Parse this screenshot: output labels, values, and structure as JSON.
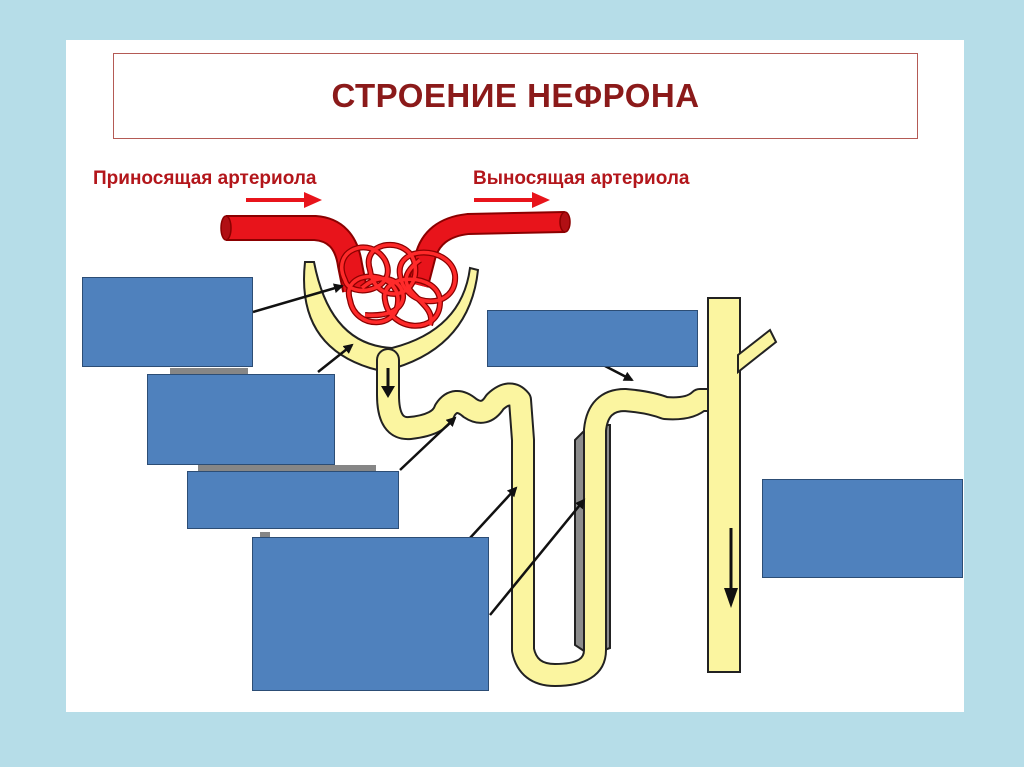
{
  "title": "СТРОЕНИЕ НЕФРОНА",
  "labels": {
    "afferent_arteriole": "Приносящая артериола",
    "efferent_arteriole": "Выносящая артериола"
  },
  "colors": {
    "background": "#b6dde8",
    "title_text": "#8b1a1a",
    "label_text": "#b3161b",
    "vessel": "#e8141b",
    "tubule": "#fbf5a0",
    "answer_box": "#4f81bd"
  }
}
